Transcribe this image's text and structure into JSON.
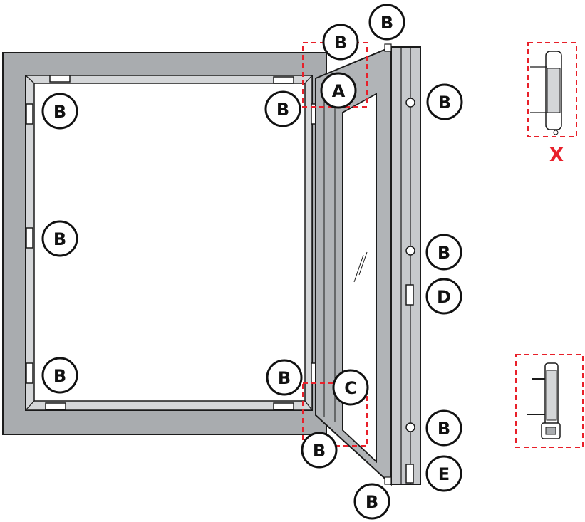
{
  "colors": {
    "frame_fill": "#a9acaf",
    "frame_stroke": "#1b1b1b",
    "sash_fill": "#b1b4b7",
    "rebate_fill": "#d4d6d8",
    "dash_red": "#e8202a",
    "callout_fill": "#ffffff",
    "callout_stroke": "#111111"
  },
  "labels": {
    "A": "A",
    "B": "B",
    "C": "C",
    "D": "D",
    "E": "E",
    "x_mark": "X"
  },
  "callouts": [
    {
      "id": "b-top-1",
      "letter": "B"
    },
    {
      "id": "b-top-2",
      "letter": "B"
    },
    {
      "id": "a-top-hinge",
      "letter": "A"
    },
    {
      "id": "b-frame-topleft",
      "letter": "B"
    },
    {
      "id": "b-frame-topright",
      "letter": "B"
    },
    {
      "id": "b-sash-top",
      "letter": "B"
    },
    {
      "id": "b-frame-midleft",
      "letter": "B"
    },
    {
      "id": "b-sash-mid",
      "letter": "B"
    },
    {
      "id": "d-handle",
      "letter": "D"
    },
    {
      "id": "b-frame-botleft",
      "letter": "B"
    },
    {
      "id": "b-frame-botright",
      "letter": "B"
    },
    {
      "id": "c-bottom-hinge",
      "letter": "C"
    },
    {
      "id": "b-sash-bottom",
      "letter": "B"
    },
    {
      "id": "b-under-hinge",
      "letter": "B"
    },
    {
      "id": "e-sash-lock",
      "letter": "E"
    },
    {
      "id": "b-bottom",
      "letter": "B"
    }
  ],
  "insets": [
    {
      "id": "top-hinge-detail",
      "status": "incorrect"
    },
    {
      "id": "bottom-hinge-detail",
      "status": "correct"
    }
  ]
}
